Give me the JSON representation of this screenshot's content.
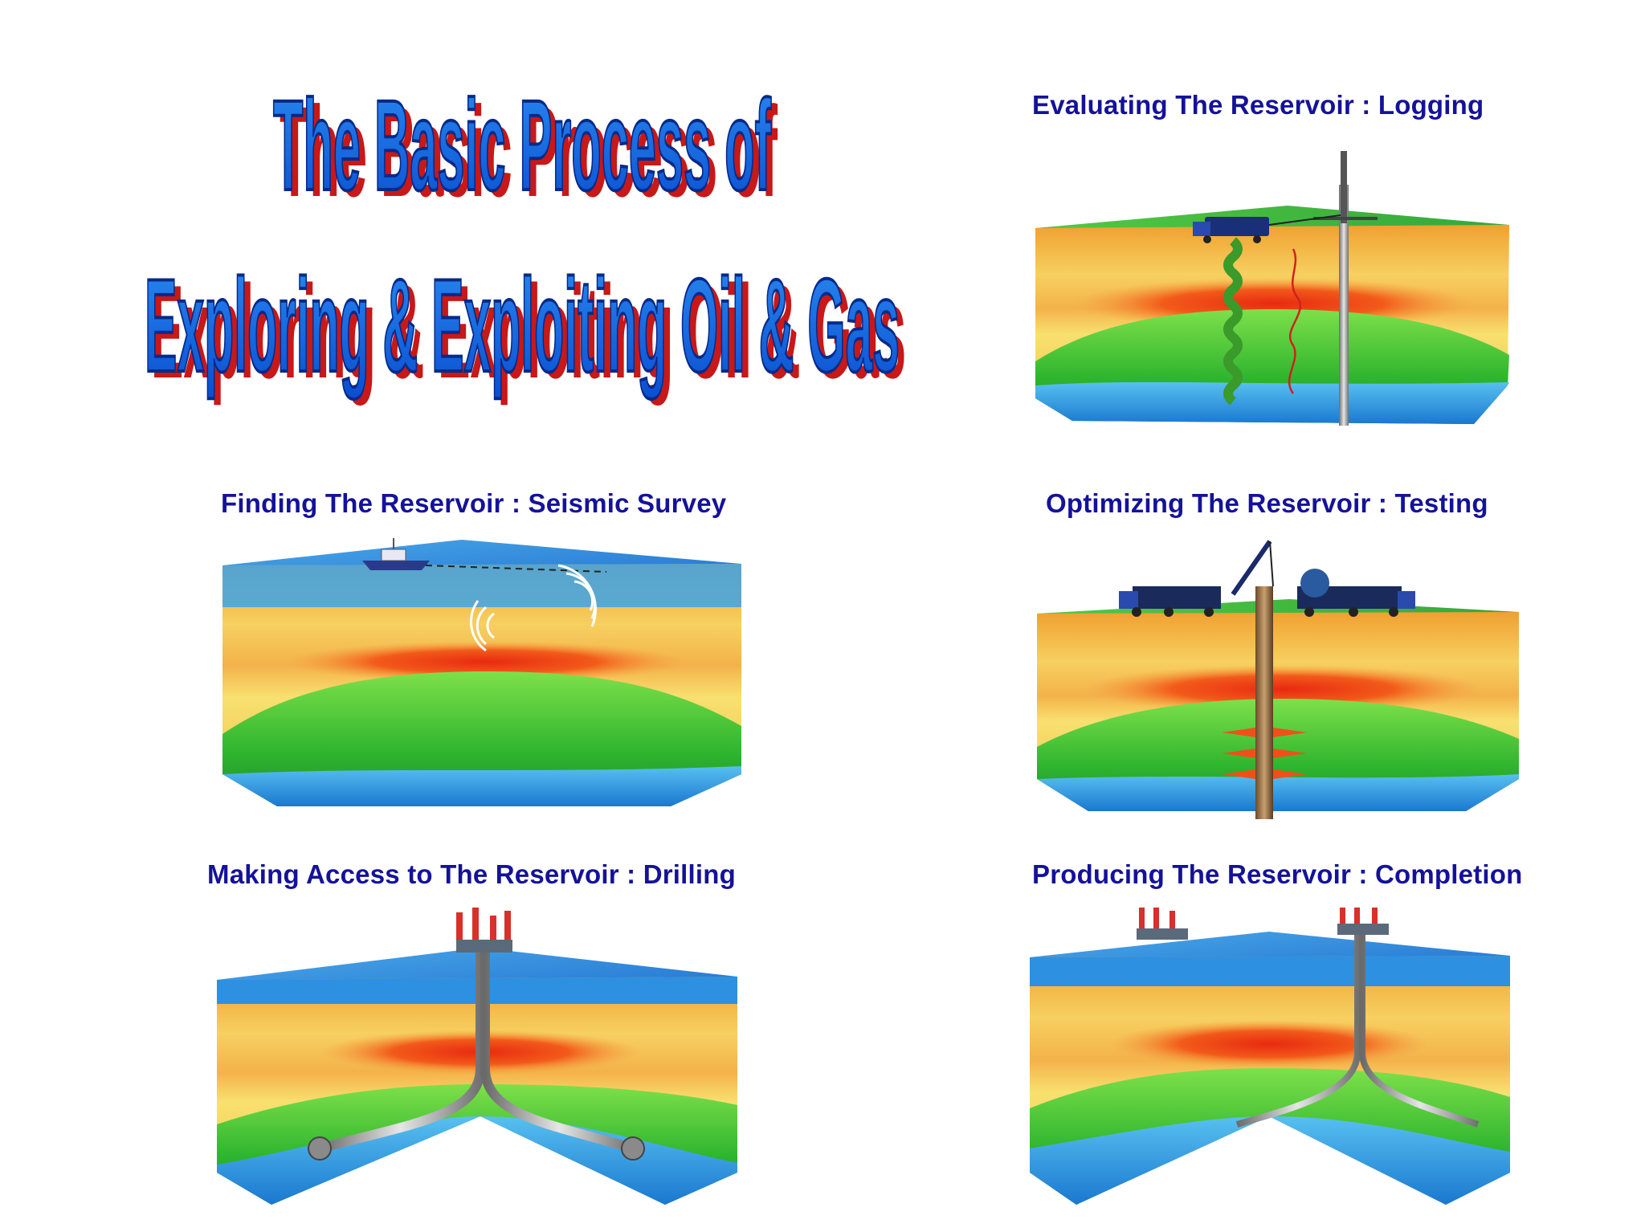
{
  "title": {
    "line1": "The Basic Process of",
    "line2": "Exploring & Exploiting Oil & Gas"
  },
  "colors": {
    "title_fill": "#1060e0",
    "title_outline": "#062a8a",
    "title_shadow": "#c81818",
    "caption": "#14129a",
    "ground_green": "#3cc83c",
    "layer_yellow": "#f4c24a",
    "layer_orange": "#f09a30",
    "reservoir_red": "#ee3a12",
    "water_blue": "#2c9ee6"
  },
  "panels": [
    {
      "id": "logging",
      "caption": "Evaluating The Reservoir : Logging"
    },
    {
      "id": "seismic",
      "caption": "Finding The Reservoir : Seismic Survey"
    },
    {
      "id": "testing",
      "caption": "Optimizing The Reservoir : Testing"
    },
    {
      "id": "drilling",
      "caption": "Making Access to The Reservoir : Drilling"
    },
    {
      "id": "completion",
      "caption": "Producing The Reservoir : Completion"
    }
  ]
}
